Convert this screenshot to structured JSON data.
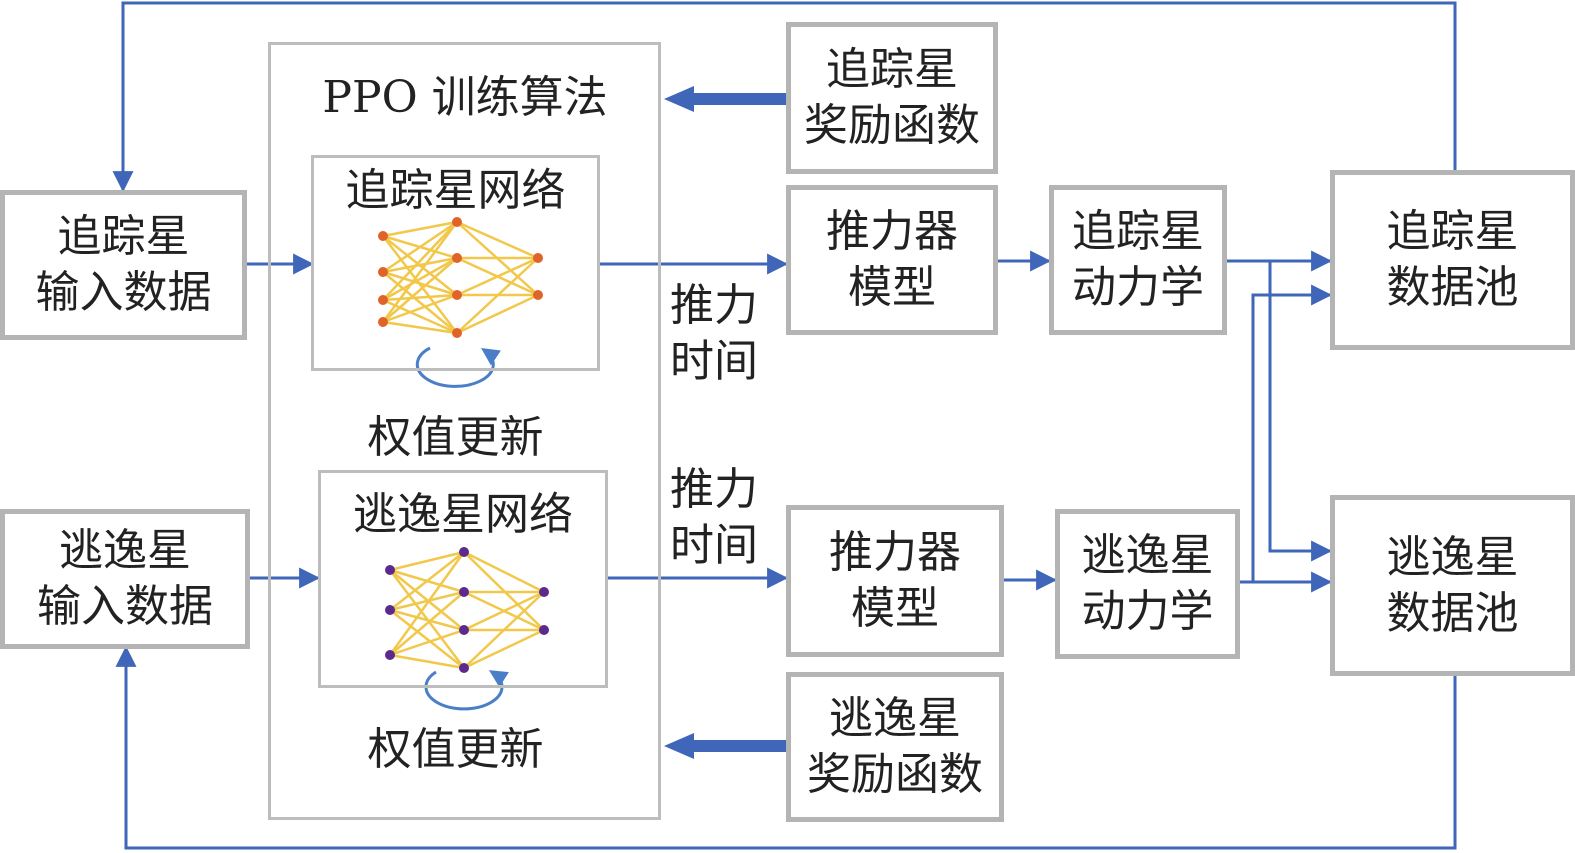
{
  "ppo": {
    "title": "PPO 训练算法"
  },
  "pursuer": {
    "input": [
      "追踪星",
      "输入数据"
    ],
    "network": "追踪星网络",
    "weight_update": "权值更新",
    "reward": [
      "追踪星",
      "奖励函数"
    ],
    "thrust_label": [
      "推力",
      "时间"
    ],
    "thruster": [
      "推力器",
      "模型"
    ],
    "dynamics": [
      "追踪星",
      "动力学"
    ],
    "data_pool": [
      "追踪星",
      "数据池"
    ],
    "node_color": "#e0632a"
  },
  "evader": {
    "input": [
      "逃逸星",
      "输入数据"
    ],
    "network": "逃逸星网络",
    "weight_update": "权值更新",
    "reward": [
      "逃逸星",
      "奖励函数"
    ],
    "thrust_label": [
      "推力",
      "时间"
    ],
    "thruster": [
      "推力器",
      "模型"
    ],
    "dynamics": [
      "逃逸星",
      "动力学"
    ],
    "data_pool": [
      "逃逸星",
      "数据池"
    ],
    "node_color": "#5b2a8c"
  },
  "colors": {
    "arrow": "#3f66b8",
    "network_edge": "#f2c84b",
    "cycle": "#4a7fc8",
    "box_border": "#b4b4b4"
  }
}
